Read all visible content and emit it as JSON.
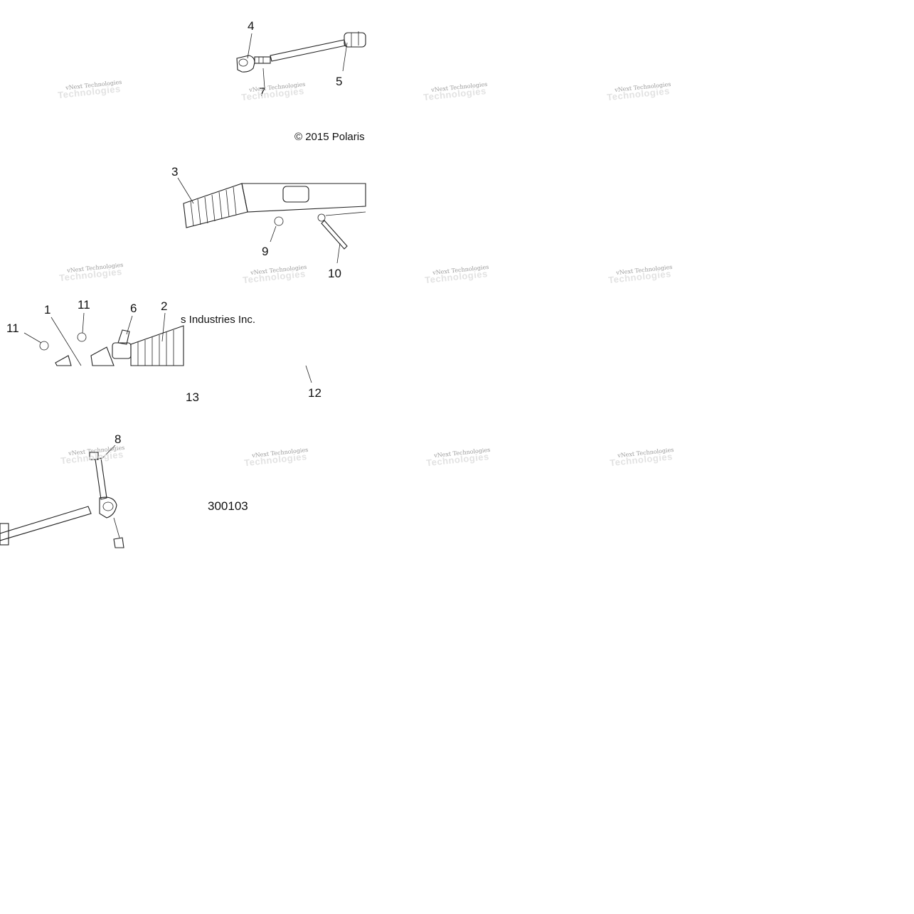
{
  "diagram": {
    "callouts": [
      "4",
      "5",
      "7",
      "3",
      "9",
      "10",
      "1",
      "11",
      "6",
      "2",
      "11",
      "12",
      "13",
      "8"
    ],
    "copyright_top": "© 2015 Polaris",
    "copyright_bottom": "s Industries Inc.",
    "figure_id": "300103",
    "watermark_text": "vNext Technologies",
    "watermark_ghost": "Technologies"
  }
}
